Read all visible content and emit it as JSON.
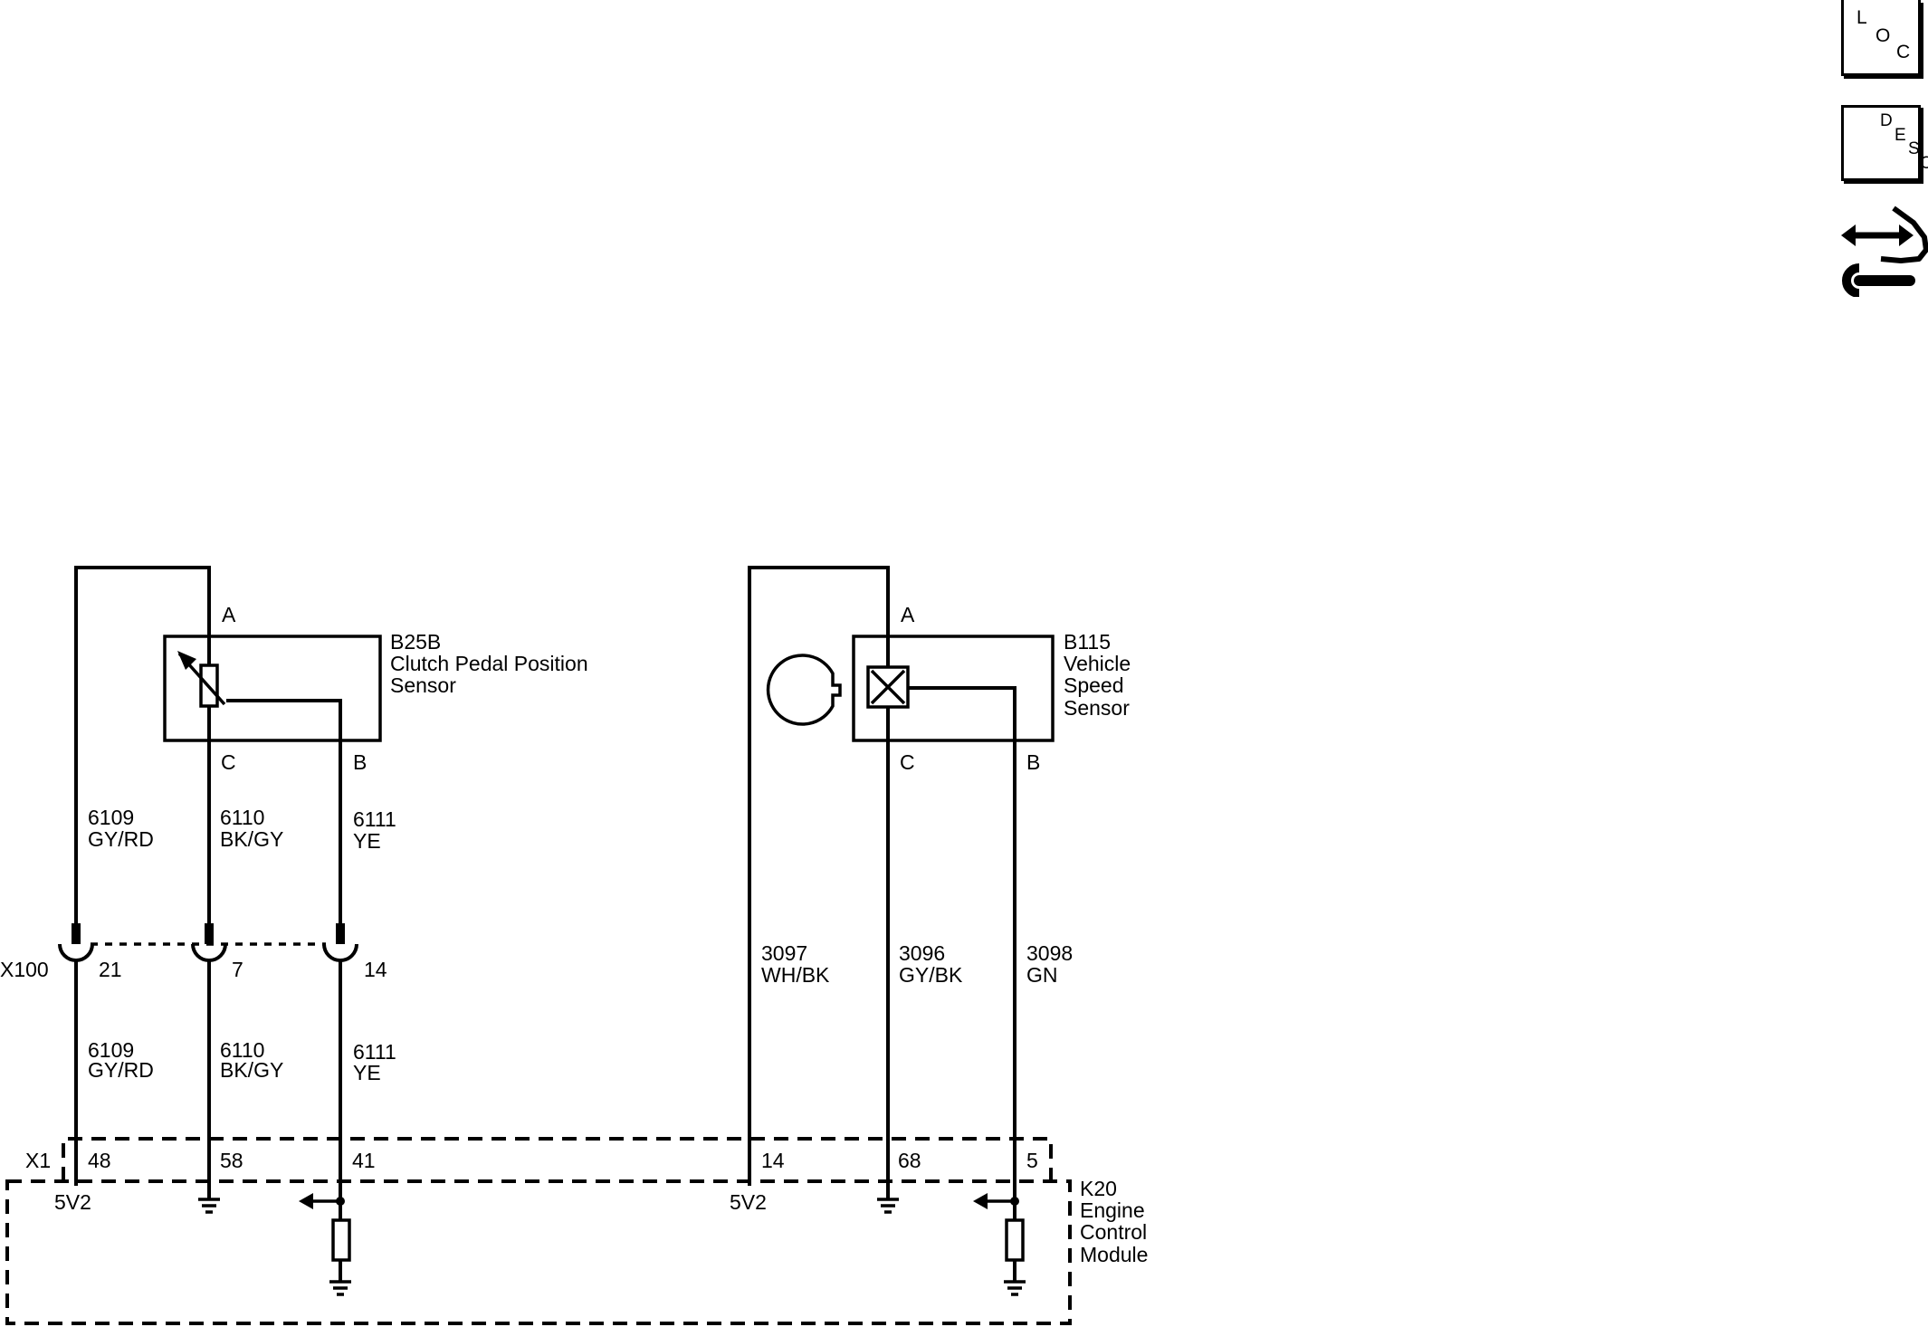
{
  "toolbar": {
    "loc": [
      "L",
      "O",
      "C"
    ],
    "desc": [
      "D",
      "E",
      "S",
      "C"
    ],
    "connector_icon": "connector-repair-icon"
  },
  "sensor1": {
    "id": "B25B",
    "name_line1": "Clutch Pedal Position",
    "name_line2": "Sensor",
    "pin_a": "A",
    "pin_b": "B",
    "pin_c": "C"
  },
  "sensor2": {
    "id": "B115",
    "name_line1": "Vehicle",
    "name_line2": "Speed",
    "name_line3": "Sensor",
    "pin_a": "A",
    "pin_b": "B",
    "pin_c": "C"
  },
  "wires_upper": [
    {
      "circuit": "6109",
      "color": "GY/RD"
    },
    {
      "circuit": "6110",
      "color": "BK/GY"
    },
    {
      "circuit": "6111",
      "color": "YE"
    }
  ],
  "wires_lower": [
    {
      "circuit": "6109",
      "color": "GY/RD"
    },
    {
      "circuit": "6110",
      "color": "BK/GY"
    },
    {
      "circuit": "6111",
      "color": "YE"
    }
  ],
  "wires_sensor2": [
    {
      "circuit": "3097",
      "color": "WH/BK"
    },
    {
      "circuit": "3096",
      "color": "GY/BK"
    },
    {
      "circuit": "3098",
      "color": "GN"
    }
  ],
  "x100": {
    "name": "X100",
    "pins": [
      "21",
      "7",
      "14"
    ]
  },
  "x1": {
    "name": "X1",
    "pins": [
      "48",
      "58",
      "41",
      "14",
      "68",
      "5"
    ]
  },
  "ecm": {
    "id": "K20",
    "name_line1": "Engine",
    "name_line2": "Control",
    "name_line3": "Module",
    "ref1": "5V2",
    "ref2": "5V2"
  }
}
